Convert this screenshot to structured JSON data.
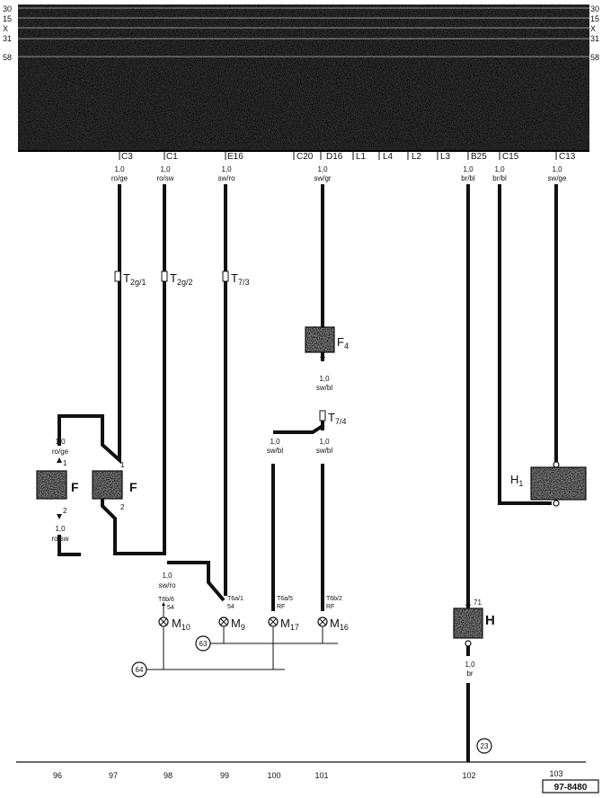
{
  "rails": {
    "left": [
      "30",
      "15",
      "X",
      "31",
      "58"
    ],
    "right": [
      "30",
      "15",
      "X",
      "31",
      "58"
    ]
  },
  "connectors": [
    "C3",
    "C1",
    "E16",
    "C20",
    "D16",
    "L1",
    "L4",
    "L2",
    "L3",
    "B25",
    "C15",
    "C13"
  ],
  "wires": {
    "w1": {
      "size": "1,0",
      "color": "ro/ge"
    },
    "w2": {
      "size": "1,0",
      "color": "ro/sw"
    },
    "w3": {
      "size": "1,0",
      "color": "sw/ro"
    },
    "w4": {
      "size": "1,0",
      "color": "sw/gr"
    },
    "w5": {
      "size": "1,0",
      "color": "br/bl"
    },
    "w6": {
      "size": "1,0",
      "color": "br/bl"
    },
    "w7": {
      "size": "1,0",
      "color": "sw/ge"
    },
    "w_f4_out": {
      "size": "1,0",
      "color": "sw/bl"
    },
    "w_t74_left": {
      "size": "1,0",
      "color": "sw/bl"
    },
    "w_t74_right": {
      "size": "1,0",
      "color": "sw/bl"
    },
    "w_f_left_top": {
      "size": "1,0",
      "color": "ro/ge"
    },
    "w_f_left_bot": {
      "size": "1,0",
      "color": "ro/sw"
    },
    "w_m10": {
      "size": "1,0",
      "color": "sw/ro"
    },
    "w_h_out": {
      "size": "1,0",
      "color": "br"
    }
  },
  "terminals": {
    "t2g1": {
      "main": "T",
      "sub": "2g/1"
    },
    "t2g2": {
      "main": "T",
      "sub": "2g/2"
    },
    "t73": {
      "main": "T",
      "sub": "7/3"
    },
    "t74": {
      "main": "T",
      "sub": "7/4"
    }
  },
  "components": {
    "f4": {
      "main": "F",
      "sub": "4"
    },
    "f_left": {
      "main": "F",
      "pin_top": "1",
      "pin_bot": "2"
    },
    "f_right": {
      "main": "F",
      "pin_top": "1",
      "pin_bot": "2"
    },
    "h1": {
      "main": "H",
      "sub": "1"
    },
    "h": {
      "main": "H",
      "pin": "71"
    },
    "m10": {
      "main": "M",
      "sub": "10",
      "plug": "T6b/6",
      "pin": "54"
    },
    "m9": {
      "main": "M",
      "sub": "9",
      "plug": "T6a/1",
      "pin": "54"
    },
    "m17": {
      "main": "M",
      "sub": "17",
      "plug": "T6a/5",
      "pin": "RF"
    },
    "m16": {
      "main": "M",
      "sub": "16",
      "plug": "T6b/2",
      "pin": "RF"
    }
  },
  "grounds": [
    "63",
    "64",
    "23"
  ],
  "current_tracks": [
    "96",
    "97",
    "98",
    "99",
    "100",
    "101",
    "102",
    "103"
  ],
  "diagram_number": "97-8480"
}
